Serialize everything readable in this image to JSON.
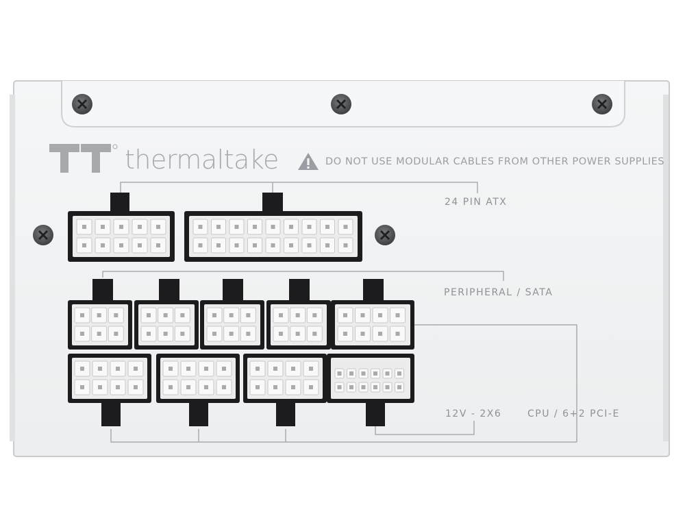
{
  "brand": {
    "name": "thermaltake",
    "logo_icon": "tt-logo-icon"
  },
  "warning": {
    "icon": "warning-triangle-icon",
    "text": "DO NOT USE MODULAR CABLES FROM OTHER POWER SUPPLIES"
  },
  "labels": {
    "atx24": "24 PIN ATX",
    "peripheral": "PERIPHERAL / SATA",
    "pcie_12v": "12V - 2X6",
    "cpu_pcie": "CPU / 6+2 PCI-E"
  },
  "colors": {
    "panel": "#f2f3f4",
    "connector_shell": "#1c1c1e",
    "pin": "#f7f7f7",
    "label_text": "#8e9196",
    "logo": "#a7a9ad"
  }
}
